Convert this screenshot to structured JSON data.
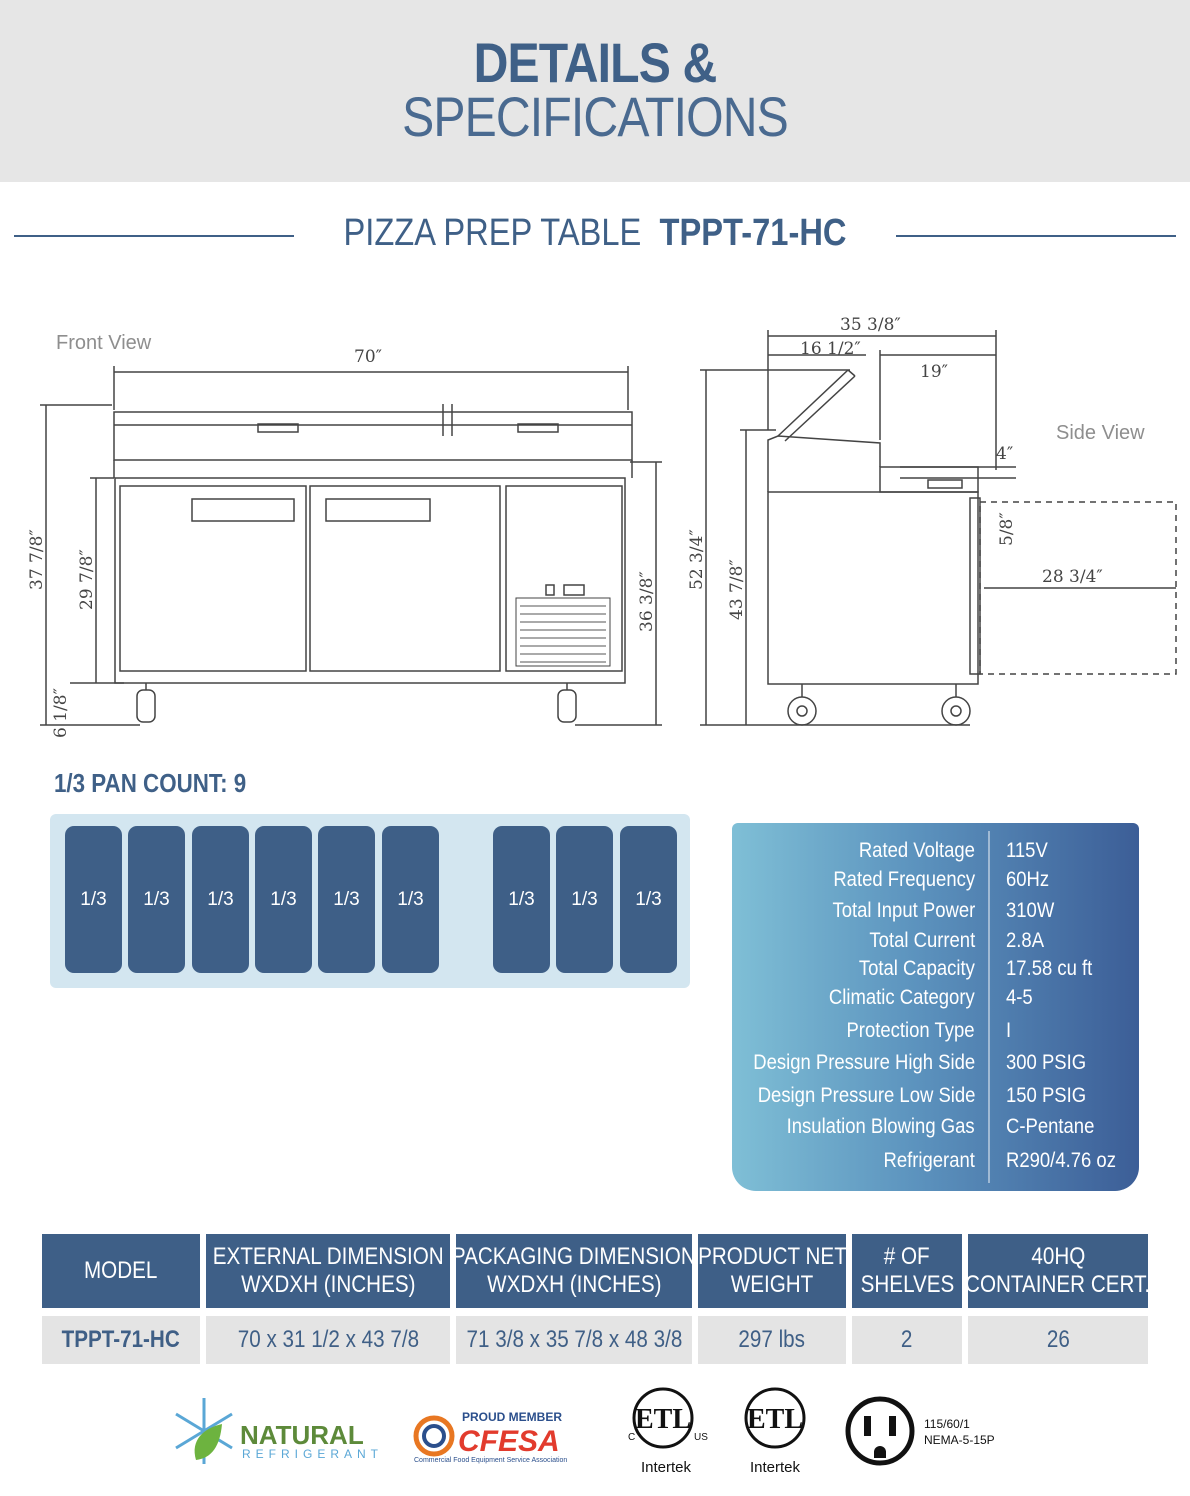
{
  "header": {
    "title_line1": "DETAILS &",
    "title_line2": "SPECIFICATIONS"
  },
  "subtitle": {
    "product": "PIZZA PREP TABLE",
    "model": "TPPT-71-HC"
  },
  "drawing": {
    "front_view_label": "Front View",
    "side_view_label": "Side View",
    "front_dims": {
      "width": "70″",
      "total_height": "37 7/8″",
      "body_height": "29 7/8″",
      "right_height": "36 3/8″",
      "caster": "6 1/8″"
    },
    "side_dims": {
      "depth": "35 3/8″",
      "lid": "16 1/2″",
      "top": "19″",
      "rail": "4″",
      "gap": "5/8″",
      "door": "28 3/4″",
      "open_height": "52 3/4″",
      "height": "43 7/8″"
    }
  },
  "pans": {
    "title": "1/3 PAN COUNT: 9",
    "items": [
      "1/3",
      "1/3",
      "1/3",
      "1/3",
      "1/3",
      "1/3",
      "1/3",
      "1/3",
      "1/3"
    ]
  },
  "specs": [
    {
      "label": "Rated  Voltage",
      "value": "115V"
    },
    {
      "label": "Rated  Frequency",
      "value": "60Hz"
    },
    {
      "label": "Total Input Power",
      "value": "310W"
    },
    {
      "label": "Total Current",
      "value": "2.8A"
    },
    {
      "label": "Total Capacity",
      "value": "17.58 cu ft"
    },
    {
      "label": "Climatic Category",
      "value": "4-5"
    },
    {
      "label": "Protection Type",
      "value": "I"
    },
    {
      "label": "Design Pressure High Side",
      "value": "300 PSIG"
    },
    {
      "label": "Design Pressure Low Side",
      "value": "150 PSIG"
    },
    {
      "label": "Insulation Blowing Gas",
      "value": "C-Pentane"
    },
    {
      "label": "Refrigerant",
      "value": "R290/4.76 oz"
    }
  ],
  "table": {
    "headers": [
      [
        "MODEL",
        ""
      ],
      [
        "EXTERNAL DIMENSION",
        "WXDXH (INCHES)"
      ],
      [
        "PACKAGING DIMENSION",
        "WXDXH (INCHES)"
      ],
      [
        "PRODUCT NET",
        "WEIGHT"
      ],
      [
        "# OF",
        "SHELVES"
      ],
      [
        "40HQ",
        "CONTAINER CERT."
      ]
    ],
    "row": [
      "TPPT-71-HC",
      "70 x 31 1/2 x 43 7/8",
      "71 3/8 x 35 7/8 x 48 3/8",
      "297 lbs",
      "2",
      "26"
    ]
  },
  "logos": {
    "natural": "NATURAL",
    "refrigerant": "REFRIGERANT",
    "cfesa_top": "PROUD MEMBER",
    "cfesa": "CFESA",
    "cfesa_sub": "Commercial Food Equipment Service Association",
    "etl1": "Intertek",
    "etl2": "Intertek",
    "etl_mark": "ETL",
    "etl_c": "C",
    "etl_us": "US",
    "plug_line1": "115/60/1",
    "plug_line2": "NEMA-5-15P"
  },
  "colors": {
    "navy": "#3f6087",
    "pan": "#3e5f87",
    "pan_bg": "#d3e6f0",
    "gradient_start": "#7fbfd6",
    "gradient_end": "#3c5e97"
  }
}
